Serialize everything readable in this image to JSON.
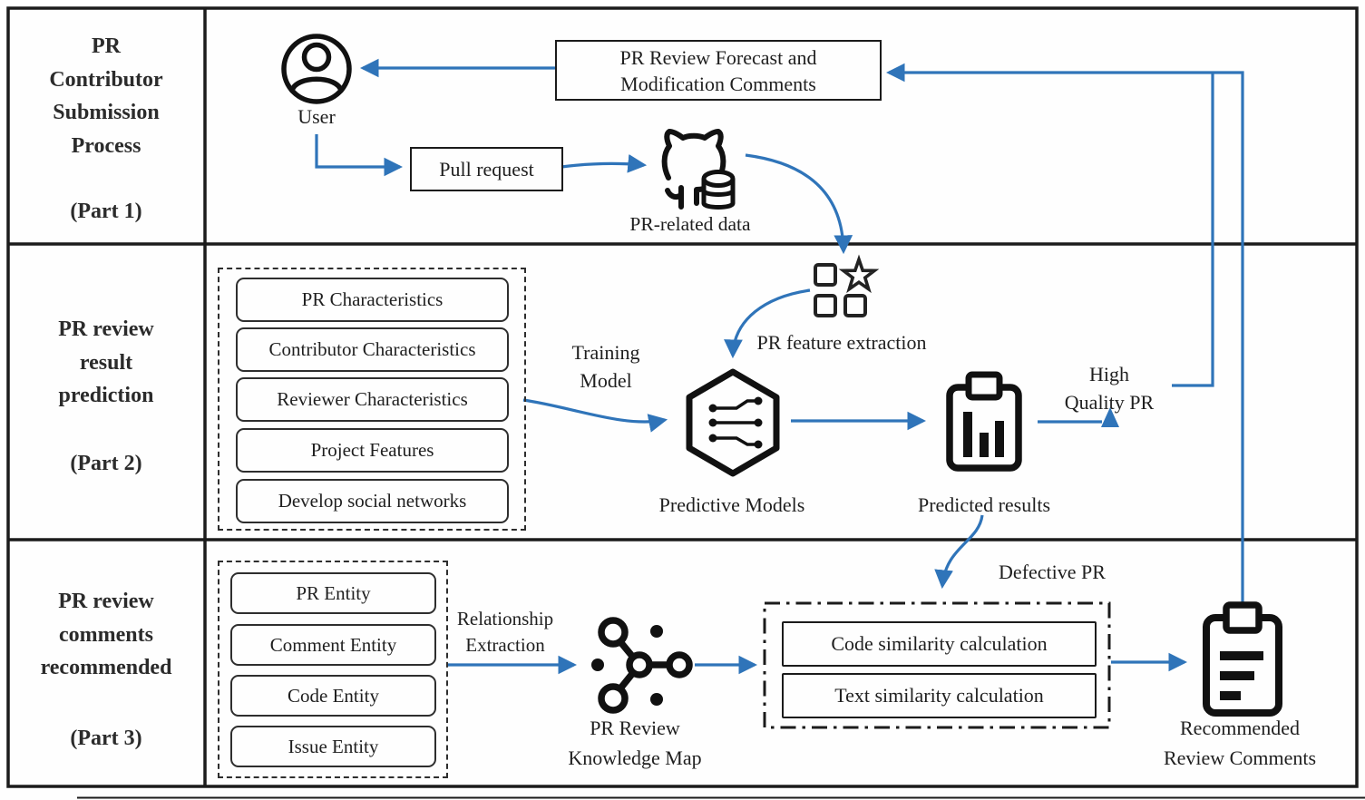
{
  "colors": {
    "arrow_blue": "#2F74B9",
    "ink_black": "#1b1b1b"
  },
  "rows": [
    {
      "lines": [
        "PR",
        "Contributor",
        "Submission",
        "Process"
      ],
      "part": "(Part 1)"
    },
    {
      "lines": [
        "PR review",
        "result",
        "prediction"
      ],
      "part": "(Part 2)"
    },
    {
      "lines": [
        "PR review",
        "comments",
        "recommended"
      ],
      "part": "(Part 3)"
    }
  ],
  "part1": {
    "user": "User",
    "pull_request": "Pull request",
    "pr_related_data": "PR-related data",
    "forecast_line1": "PR Review Forecast and",
    "forecast_line2": "Modification Comments"
  },
  "part2": {
    "features": [
      "PR Characteristics",
      "Contributor Characteristics",
      "Reviewer Characteristics",
      "Project Features",
      "Develop social networks"
    ],
    "training": [
      "Training",
      "Model"
    ],
    "feature_extraction": "PR feature extraction",
    "predictive_models": "Predictive Models",
    "predicted_results": "Predicted results",
    "high_quality": [
      "High",
      "Quality PR"
    ]
  },
  "part3": {
    "entities": [
      "PR Entity",
      "Comment Entity",
      "Code Entity",
      "Issue Entity"
    ],
    "relationship": [
      "Relationship",
      "Extraction"
    ],
    "knowledge_map": [
      "PR Review",
      "Knowledge Map"
    ],
    "defective_pr": "Defective PR",
    "similarity": [
      "Code similarity calculation",
      "Text similarity calculation"
    ],
    "recommended": [
      "Recommended",
      "Review Comments"
    ]
  },
  "icons": {
    "user": "user-icon",
    "github": "github-octocat-icon",
    "database": "database-icon",
    "feature_extraction": "squares-and-star-icon",
    "predictive_model": "hexagon-circuit-icon",
    "predicted_results": "clipboard-chart-icon",
    "knowledge_map": "network-graph-icon",
    "review_comments": "clipboard-text-icon"
  }
}
